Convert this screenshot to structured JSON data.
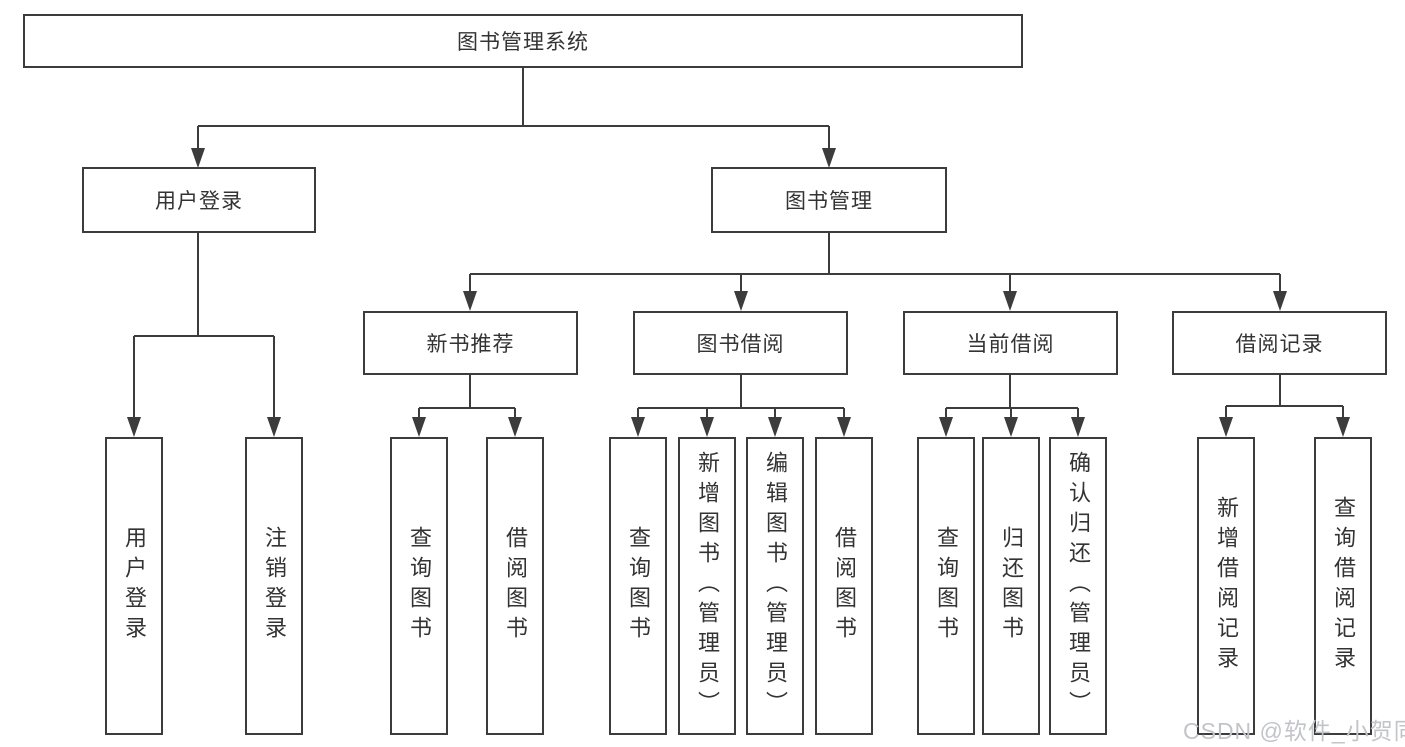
{
  "diagram": {
    "root": {
      "label": "图书管理系统"
    },
    "branches": [
      {
        "label": "用户登录",
        "children": [
          {
            "label": "用户登录"
          },
          {
            "label": "注销登录"
          }
        ]
      },
      {
        "label": "图书管理",
        "children": [
          {
            "label": "新书推荐",
            "children": [
              {
                "label": "查询图书"
              },
              {
                "label": "借阅图书"
              }
            ]
          },
          {
            "label": "图书借阅",
            "children": [
              {
                "label": "查询图书"
              },
              {
                "label": "新增图书（管理员）"
              },
              {
                "label": "编辑图书（管理员）"
              },
              {
                "label": "借阅图书"
              }
            ]
          },
          {
            "label": "当前借阅",
            "children": [
              {
                "label": "查询图书"
              },
              {
                "label": "归还图书"
              },
              {
                "label": "确认归还（管理员）"
              }
            ]
          },
          {
            "label": "借阅记录",
            "children": [
              {
                "label": "新增借阅记录"
              },
              {
                "label": "查询借阅记录"
              }
            ]
          }
        ]
      }
    ]
  },
  "watermark": {
    "text": "CSDN @软件_小贺同学"
  },
  "colors": {
    "line": "#3c3c3c",
    "text": "#333333",
    "watermark": "#c3c4cb",
    "background": "#ffffff"
  }
}
